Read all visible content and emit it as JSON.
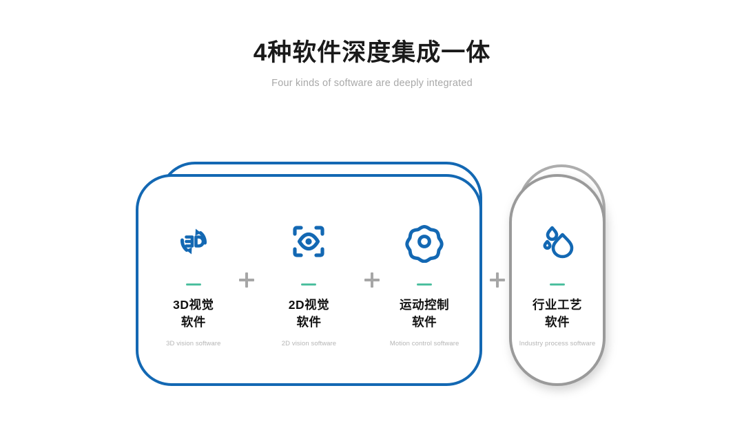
{
  "header": {
    "title": "4种软件深度集成一体",
    "subtitle": "Four kinds of software are deeply integrated"
  },
  "colors": {
    "brand_blue": "#1368b3",
    "accent_teal": "#4dbf9f",
    "gray_outline": "#9a9a9a",
    "plus_gray": "#a6a6a6",
    "title_black": "#1a1a1a",
    "caption_gray": "#b5b5b5"
  },
  "diagram": {
    "integrated_group": {
      "name": "integrated-software-group",
      "cards": [
        {
          "icon": "3d-rotate-icon",
          "title": "3D视觉\n软件",
          "subtitle": "3D vision software"
        },
        {
          "icon": "eye-scan-icon",
          "title": "2D视觉\n软件",
          "subtitle": "2D vision software"
        },
        {
          "icon": "gear-icon",
          "title": "运动控制\n软件",
          "subtitle": "Motion control software"
        }
      ]
    },
    "separate_group": {
      "name": "industry-process-group",
      "cards": [
        {
          "icon": "water-drops-icon",
          "title": "行业工艺\n软件",
          "subtitle": "Industry process software"
        }
      ]
    },
    "separators": [
      {
        "name": "plus-separator-1",
        "symbol": "+"
      },
      {
        "name": "plus-separator-2",
        "symbol": "+"
      },
      {
        "name": "plus-separator-3",
        "symbol": "+"
      }
    ]
  }
}
